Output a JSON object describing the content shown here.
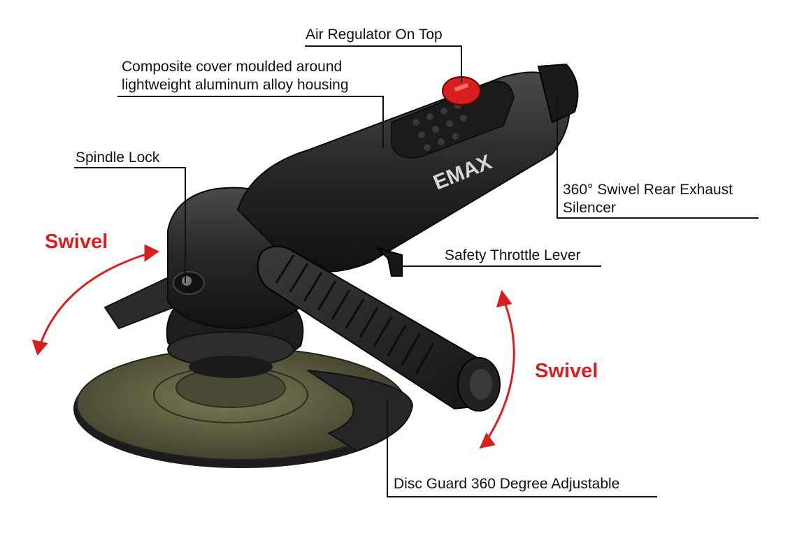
{
  "brand_logo": "EMAX",
  "callouts": {
    "air_regulator": "Air Regulator On Top",
    "composite_line1": "Composite cover moulded around",
    "composite_line2": "lightweight aluminum alloy housing",
    "spindle_lock": "Spindle Lock",
    "exhaust_line1": "360° Swivel Rear Exhaust",
    "exhaust_line2": "Silencer",
    "throttle": "Safety Throttle Lever",
    "disc_guard": "Disc Guard 360 Degree Adjustable"
  },
  "swivel_left": "Swivel",
  "swivel_right": "Swivel",
  "colors": {
    "accent_red": "#d81f1f",
    "tool_body": "#2a2a2a",
    "disc": "#5a5a3e"
  }
}
